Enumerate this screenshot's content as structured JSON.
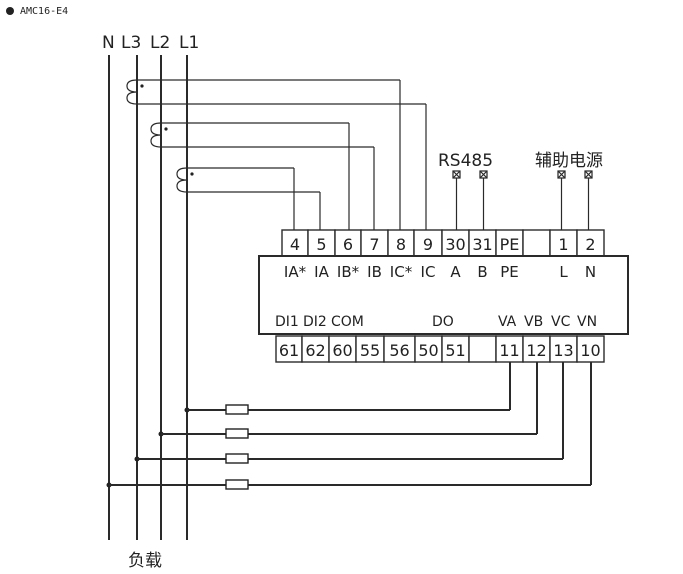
{
  "caption": "AMC16-E4",
  "line_labels": [
    "N",
    "L3",
    "L2",
    "L1"
  ],
  "rs485_label": "RS485",
  "aux_power_label": "辅助电源",
  "load_label": "负载",
  "top_terminals": [
    "4",
    "5",
    "6",
    "7",
    "8",
    "9",
    "30",
    "31",
    "PE",
    "",
    "1",
    "2"
  ],
  "top_signals": [
    "IA*",
    "IA",
    "IB*",
    "IB",
    "IC*",
    "IC",
    "A",
    "B",
    "PE",
    "",
    "L",
    "N"
  ],
  "bottom_signals": {
    "di1": "DI1",
    "di2": "DI2",
    "com": "COM",
    "do": "DO",
    "va": "VA",
    "vb": "VB",
    "vc": "VC",
    "vn": "VN"
  },
  "bottom_terminals": [
    "61",
    "62",
    "60",
    "55",
    "56",
    "50",
    "51",
    "",
    "11",
    "12",
    "13",
    "10"
  ]
}
